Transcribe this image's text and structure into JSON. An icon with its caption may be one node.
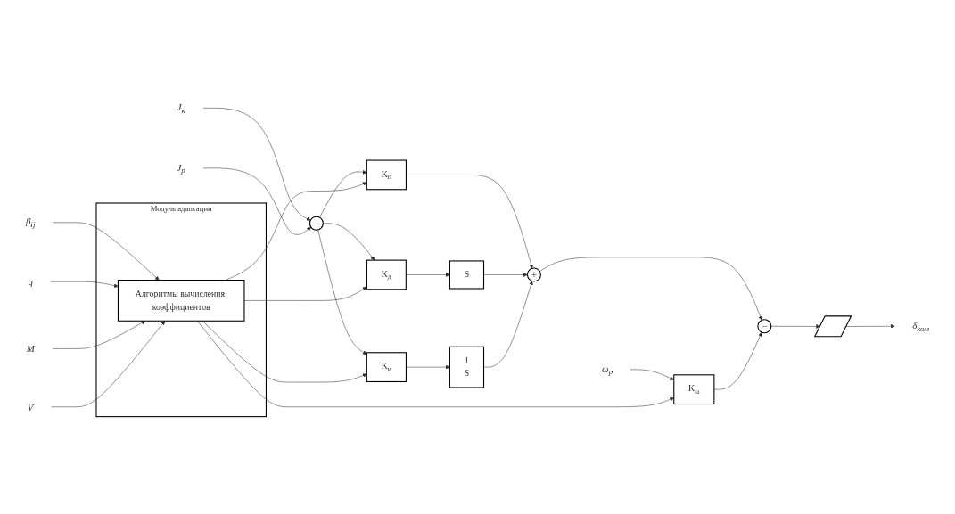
{
  "diagram": {
    "nodes": [
      {
        "text": [
          "J$_{к}$"
        ]
      },
      {
        "text": [
          "−"
        ]
      },
      {
        "text": [
          "J$_{р}$"
        ]
      },
      {
        "text": [
          "K$_{п}$"
        ]
      },
      {
        "text": [
          "K$_{д}$"
        ]
      },
      {
        "text": [
          "K$_{и}$"
        ]
      },
      {
        "text": [
          "S"
        ]
      },
      {
        "text": [
          "1",
          "S"
        ]
      },
      {
        "text": [
          "+"
        ]
      },
      {
        "text": [
          "−"
        ]
      },
      {
        "text": [],
        "shape": "picture"
      },
      {
        "text": [
          "δ$_{ком}$"
        ]
      },
      {
        "text": [
          "K$_{ω}$"
        ]
      },
      {
        "text": [
          "ω$_{р}$"
        ]
      },
      {
        "text": [
          "Модуль адаптации"
        ]
      },
      {
        "text": [
          "Алгоритмы вычисления коэффициентов"
        ],
        "in": 14
      },
      {
        "text": [
          "β$_{ij}$"
        ]
      },
      {
        "text": [
          "q"
        ]
      },
      {
        "text": [
          "M"
        ]
      },
      {
        "text": [
          "V"
        ]
      }
    ],
    "edges": [
      {
        "from": 0,
        "to": 1,
        "arrow": "to"
      },
      {
        "from": 2,
        "to": 1,
        "arrow": "to"
      },
      {
        "from": 1,
        "to": 3,
        "arrow": "to"
      },
      {
        "from": 1,
        "to": 4,
        "arrow": "to"
      },
      {
        "from": 1,
        "to": 5,
        "arrow": "to"
      },
      {
        "from": 3,
        "to": 8,
        "arrow": "to"
      },
      {
        "from": 4,
        "to": 6,
        "arrow": "to"
      },
      {
        "from": 5,
        "to": 7,
        "arrow": "to"
      },
      {
        "from": 6,
        "to": 8,
        "arrow": "to"
      },
      {
        "from": 7,
        "to": 8,
        "arrow": "to"
      },
      {
        "from": 8,
        "to": 9,
        "arrow": "to"
      },
      {
        "from": 9,
        "to": 10,
        "arrow": "to"
      },
      {
        "from": 10,
        "to": 11,
        "arrow": "to"
      },
      {
        "from": 13,
        "to": 12,
        "arrow": "to"
      },
      {
        "from": 12,
        "to": 9,
        "arrow": "to"
      },
      {
        "from": 15,
        "to": 12,
        "arrow": "to"
      },
      {
        "from": 15,
        "to": 3,
        "arrow": "to"
      },
      {
        "from": 15,
        "to": 4,
        "arrow": "to"
      },
      {
        "from": 15,
        "to": 5,
        "arrow": "to"
      },
      {
        "from": 16,
        "to": 15,
        "arrow": "to"
      },
      {
        "from": 17,
        "to": 15,
        "arrow": "to"
      },
      {
        "from": 18,
        "to": 15,
        "arrow": "to"
      },
      {
        "from": 19,
        "to": 15,
        "arrow": "to"
      }
    ]
  }
}
